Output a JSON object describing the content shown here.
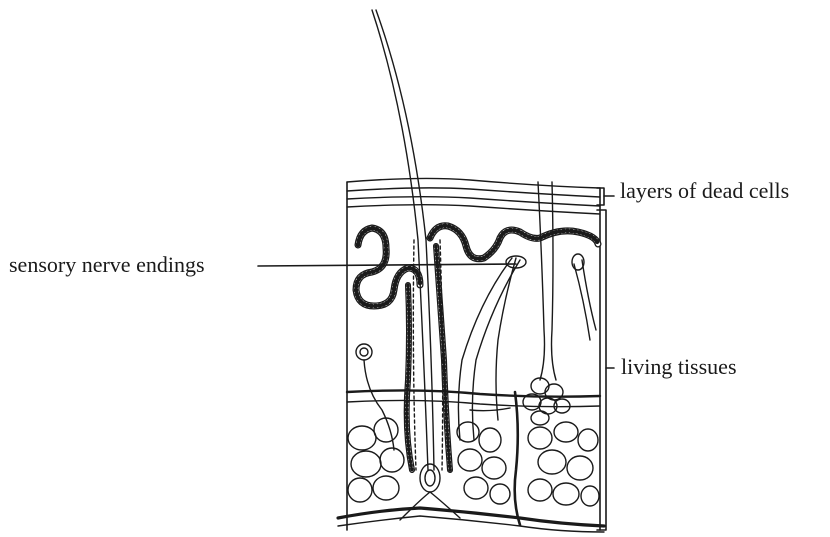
{
  "labels": {
    "dead_cells": "layers of dead cells",
    "living_tissues": "living tissues",
    "nerve_endings": "sensory nerve endings"
  },
  "colors": {
    "ink": "#1a1a1a",
    "background": "#ffffff"
  }
}
